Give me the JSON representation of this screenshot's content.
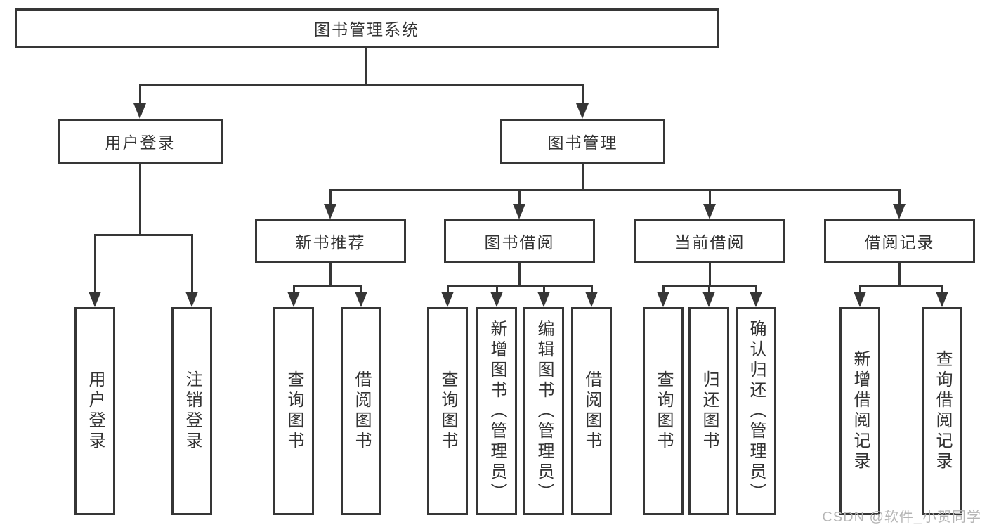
{
  "title": {
    "label": "图书管理系统"
  },
  "level2": [
    {
      "label": "用户登录"
    },
    {
      "label": "图书管理"
    }
  ],
  "level3": [
    {
      "label": "新书推荐"
    },
    {
      "label": "图书借阅"
    },
    {
      "label": "当前借阅"
    },
    {
      "label": "借阅记录"
    }
  ],
  "leaves": {
    "user_login": [
      "用户登录",
      "注销登录"
    ],
    "new_book": [
      "查询图书",
      "借阅图书"
    ],
    "borrow": [
      "查询图书",
      "新增图书（管理员）",
      "编辑图书（管理员）",
      "借阅图书"
    ],
    "current": [
      "查询图书",
      "归还图书",
      "确认归还（管理员）"
    ],
    "records": [
      "新增借阅记录",
      "查询借阅记录"
    ]
  },
  "watermark": {
    "text": "CSDN @软件_小贺同学"
  },
  "colors": {
    "line": "#363636",
    "text": "#333333",
    "watermark": "#b5b5b5",
    "background": "#ffffff"
  }
}
